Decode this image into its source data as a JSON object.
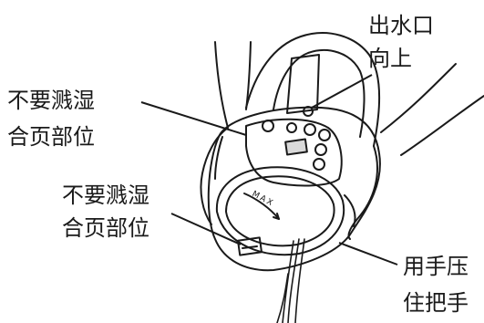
{
  "labels": {
    "outlet_line1": "出水口",
    "outlet_line2": "向上",
    "hinge_top_line1": "不要溅湿",
    "hinge_top_line2": "合页部位",
    "hinge_bottom_line1": "不要溅湿",
    "hinge_bottom_line2": "合页部位",
    "press_line1": "用手压",
    "press_line2": "住把手",
    "max_mark": "MAX"
  },
  "colors": {
    "ink": "#1a1a1a",
    "background": "#ffffff",
    "panel_gray": "#d9d9d9"
  },
  "icons": [
    "kettle-illustration",
    "water-stream-icon",
    "display-panel-icon",
    "arrow-icon"
  ]
}
